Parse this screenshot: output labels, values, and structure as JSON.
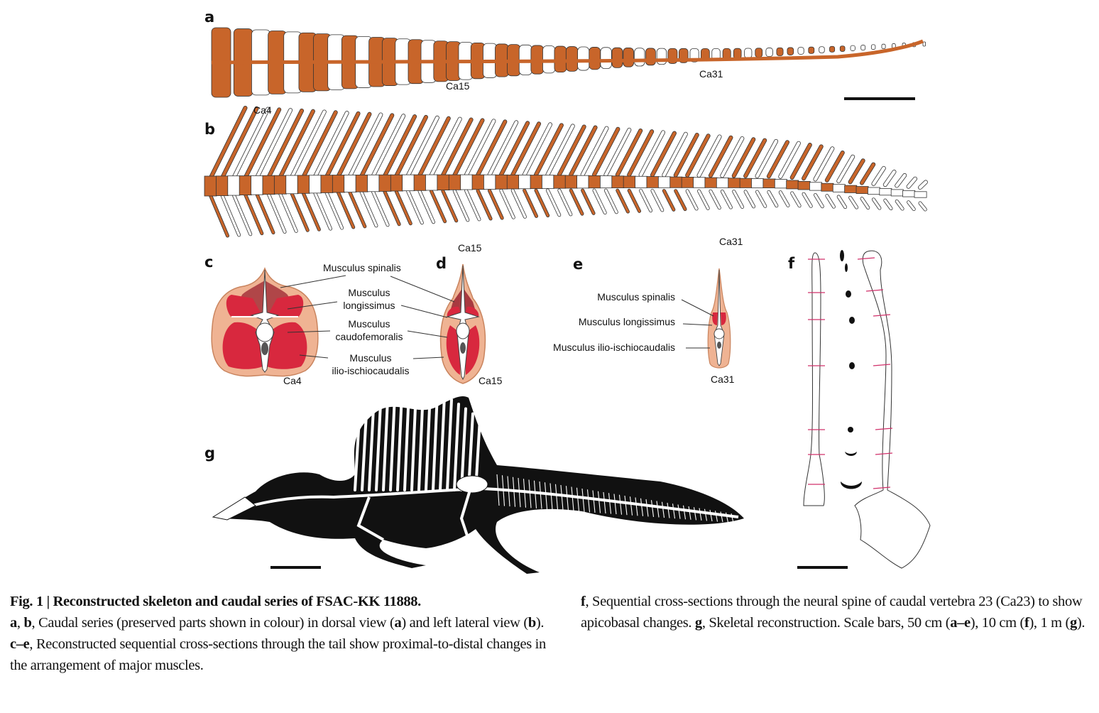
{
  "figure": {
    "panels": {
      "a": {
        "letter": "a",
        "view": "dorsal",
        "labels": [
          "Ca4",
          "Ca15",
          "Ca31"
        ]
      },
      "b": {
        "letter": "b",
        "view": "left lateral",
        "labels": [
          "Ca15",
          "Ca31"
        ]
      },
      "c": {
        "letter": "c",
        "vertebra": "Ca4",
        "muscles": {
          "spinalis": "Musculus spinalis",
          "longissimus_1": "Musculus",
          "longissimus_2": "longissimus",
          "caudofemoralis_1": "Musculus",
          "caudofemoralis_2": "caudofemoralis",
          "ilio_1": "Musculus",
          "ilio_2": "ilio-ischiocaudalis"
        }
      },
      "d": {
        "letter": "d",
        "vertebra": "Ca15"
      },
      "e": {
        "letter": "e",
        "vertebra": "Ca31",
        "muscles": {
          "spinalis": "Musculus spinalis",
          "longissimus": "Musculus longissimus",
          "ilio": "Musculus ilio-ischiocaudalis"
        }
      },
      "f": {
        "letter": "f",
        "vertebra": "Ca23"
      },
      "g": {
        "letter": "g"
      }
    },
    "colors": {
      "bone_preserved": "#c8652a",
      "muscle": "#d8283e",
      "muscle_dark": "#a83a40",
      "skin": "#efb393",
      "section_line": "#d0306a"
    }
  },
  "caption": {
    "title": "Fig. 1 | Reconstructed skeleton and caudal series of FSAC-KK 11888.",
    "left": {
      "p1_bold_a": "a",
      "p1_sep": ", ",
      "p1_bold_b": "b",
      "p1_text1": ", Caudal series (preserved parts shown in colour) in dorsal view (",
      "p1_bold_a2": "a",
      "p1_text2": ") and left lateral view (",
      "p1_bold_b2": "b",
      "p1_text3": "). ",
      "p1_bold_ce": "c–e",
      "p1_text4": ", Reconstructed sequential cross-sections through the tail show proximal-to-distal changes in the arrangement of major muscles."
    },
    "right": {
      "bold_f": "f",
      "text1": ", Sequential cross-sections through the neural spine of caudal vertebra 23 (Ca23) to show apicobasal changes. ",
      "bold_g": "g",
      "text2": ", Skeletal reconstruction. Scale bars, 50 cm (",
      "bold_ae": "a–e",
      "text3": "), 10 cm (",
      "bold_f2": "f",
      "text4": "), 1 m (",
      "bold_g2": "g",
      "text5": ")."
    }
  }
}
